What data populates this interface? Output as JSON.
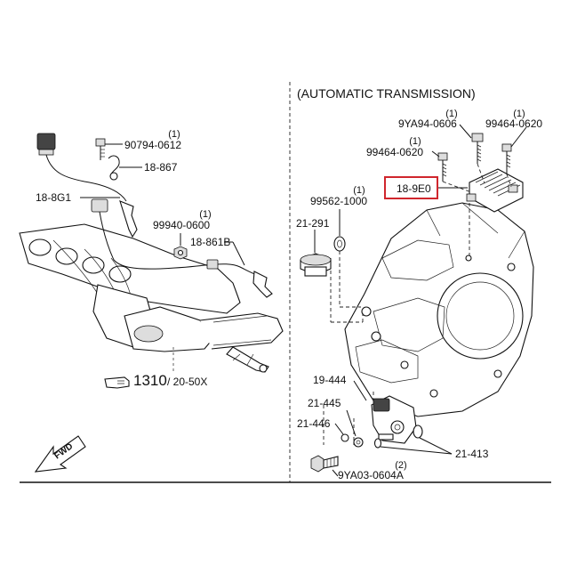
{
  "section_title": "(AUTOMATIC TRANSMISSION)",
  "highlight_color": "#d0262d",
  "left": {
    "labels": {
      "p_90794": "90794-0612",
      "q_90794": "(1)",
      "p_18867": "18-867",
      "p_188G1": "18-8G1",
      "p_99940": "99940-0600",
      "q_99940": "(1)",
      "p_18861B": "18-861B",
      "ref_num": "1310",
      "ref_sub": "/ 20-50X"
    },
    "fwd_label": "FWD"
  },
  "right": {
    "labels": {
      "p_9YA94": "9YA94-0606",
      "q_9YA94": "(1)",
      "p_99464a": "99464-0620",
      "q_99464a": "(1)",
      "p_99464b": "99464-0620",
      "q_99464b": "(1)",
      "p_189E0": "18-9E0",
      "p_99562": "99562-1000",
      "q_99562": "(1)",
      "p_21291": "21-291",
      "p_19444": "19-444",
      "p_21445": "21-445",
      "p_21446": "21-446",
      "p_21413": "21-413",
      "p_9YA03": "9YA03-0604A",
      "q_9YA03": "(2)"
    }
  },
  "icons": [
    "hand-pointer-icon",
    "fwd-arrow-icon"
  ]
}
